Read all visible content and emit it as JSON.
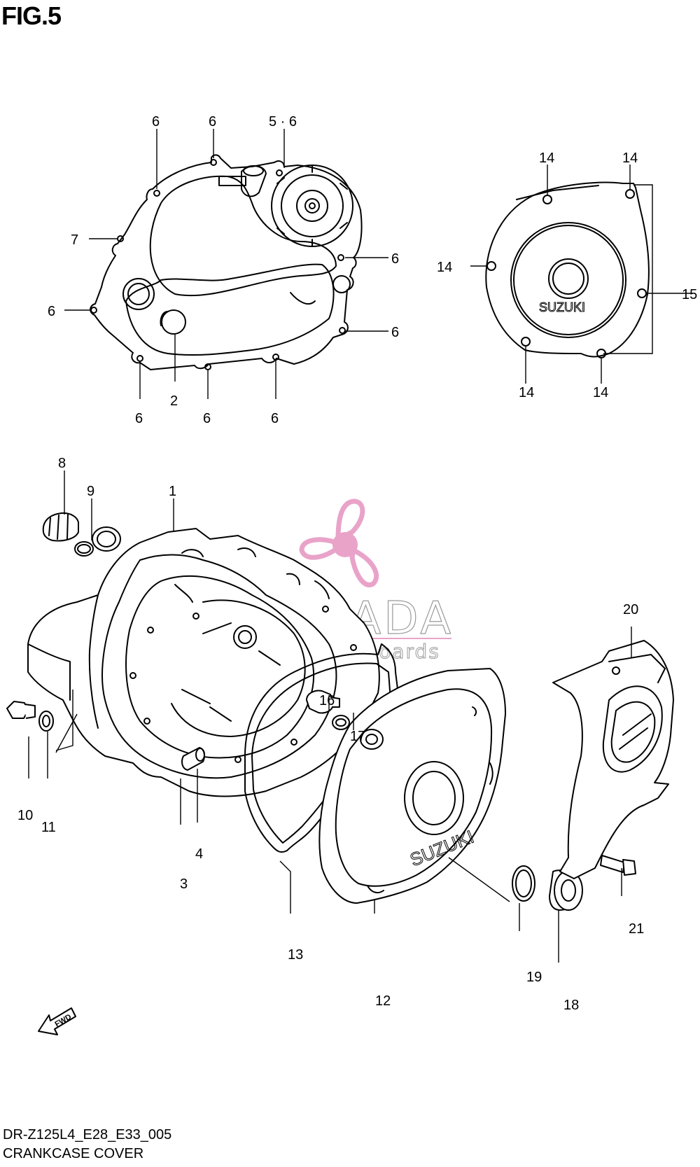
{
  "figure": {
    "title": "FIG.5",
    "model_code": "DR-Z125L4_E28_E33_005",
    "section_name": "CRANKCASE COVER"
  },
  "watermark": {
    "brand": "ARMADA",
    "tagline": "marine outboards",
    "logo_color": "#e9a3c9"
  },
  "cover_badge_text": "SUZUKI",
  "fwd_arrow_label": "FWD",
  "callouts": {
    "c6a": "6",
    "c6b": "6",
    "c56": "5 · 6",
    "c7": "7",
    "c6c": "6",
    "c6d": "6",
    "c6e": "6",
    "c6f": "6",
    "c6g": "6",
    "c6h": "6",
    "c2": "2",
    "c14a": "14",
    "c14b": "14",
    "c14c": "14",
    "c15": "15",
    "c14d": "14",
    "c14e": "14",
    "c8": "8",
    "c9": "9",
    "c1": "1",
    "c20": "20",
    "c16": "16",
    "c17": "17",
    "c10": "10",
    "c11": "11",
    "c4": "4",
    "c3": "3",
    "c13": "13",
    "c12": "12",
    "c19": "19",
    "c18": "18",
    "c21": "21"
  }
}
